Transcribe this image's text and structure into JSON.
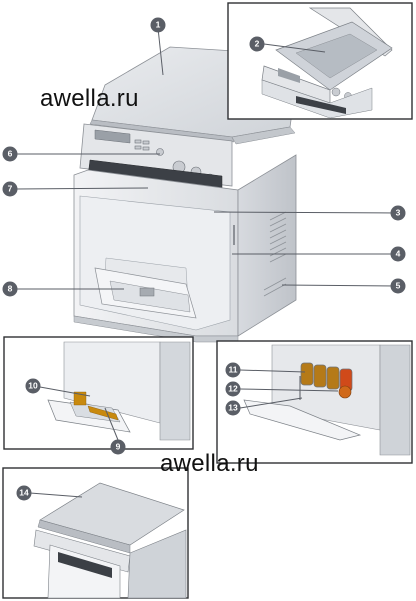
{
  "watermarks": [
    "awella.ru",
    "awella.ru"
  ],
  "callouts": [
    "1",
    "2",
    "3",
    "4",
    "5",
    "6",
    "7",
    "8",
    "9",
    "10",
    "11",
    "12",
    "13",
    "14"
  ]
}
